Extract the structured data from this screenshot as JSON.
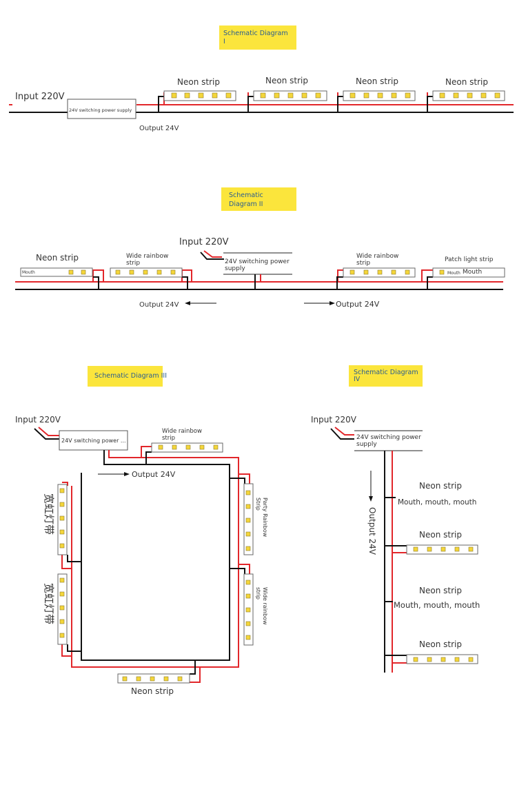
{
  "colors": {
    "title_bg": "#fbe53c",
    "title_text": "#2a5d8f",
    "wire_red": "#e2262a",
    "wire_black": "#111111",
    "led": "#f4d63a"
  },
  "diagram1": {
    "title_line1": "Schematic Diagram",
    "title_line2": "I",
    "input_label": "Input 220V",
    "psu_label": "24V switching power supply",
    "output_label": "Output 24V",
    "strip_labels": [
      "Neon strip",
      "Neon strip",
      "Neon strip",
      "Neon strip"
    ]
  },
  "diagram2": {
    "title_line1": "Schematic",
    "title_line2": "Diagram II",
    "input_label": "Input 220V",
    "psu_line1": "24V switching power",
    "psu_line2": "supply",
    "neon_label": "Neon strip",
    "mouth_small": "Mouth",
    "wide_a_line1": "Wide rainbow",
    "wide_a_line2": "strip",
    "wide_b_line1": "Wide rainbow",
    "wide_b_line2": "strip",
    "patch_label": "Patch light strip",
    "patch_mouth_small": "Mouth",
    "patch_mouth": "Mouth",
    "output_left": "Output 24V",
    "output_right": "Output 24V"
  },
  "diagram3": {
    "title": "Schematic Diagram III",
    "input_label": "Input 220V",
    "psu_label": "24V switching power ...",
    "output_label": "Output 24V",
    "wide_top_line1": "Wide rainbow",
    "wide_top_line2": "strip",
    "party_line1": "Party Rainbow",
    "party_line2": "Strip",
    "wide_right_line1": "Wide rainbow",
    "wide_right_line2": "strip",
    "chinese_label_1": "宽虹灯带",
    "chinese_label_2": "宽虹灯带",
    "neon_label": "Neon strip"
  },
  "diagram4": {
    "title_line1": "Schematic Diagram",
    "title_line2": "IV",
    "input_label": "Input 220V",
    "psu_line1": "24V switching power",
    "psu_line2": "supply",
    "output_label": "Output 24V",
    "neon_labels": [
      "Neon strip",
      "Neon strip",
      "Neon strip",
      "Neon strip"
    ],
    "mouth_labels": [
      "Mouth, mouth, mouth",
      "Mouth, mouth, mouth"
    ]
  }
}
